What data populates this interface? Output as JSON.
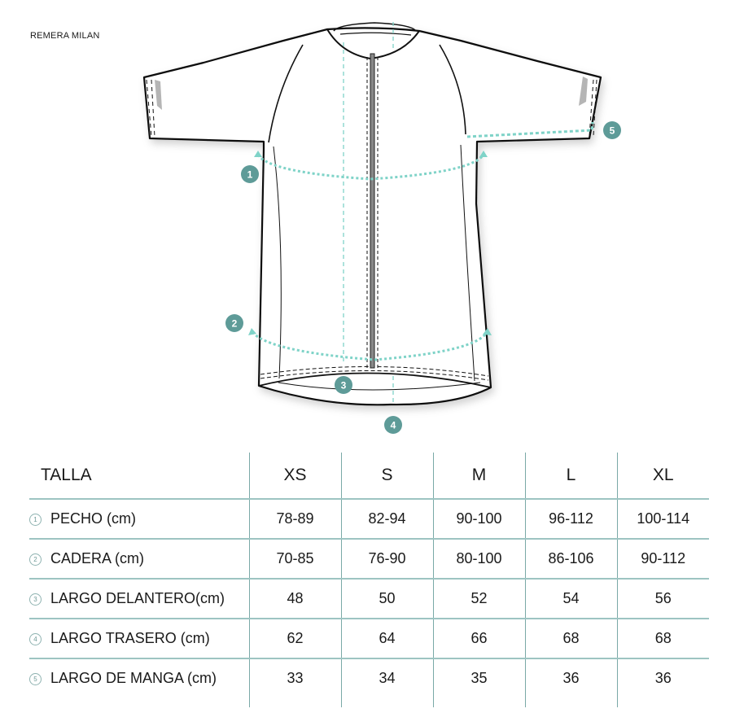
{
  "title": "REMERA MILAN",
  "diagram": {
    "accent_color": "#5e9b98",
    "dotted_color": "#7fd3c8",
    "markers": [
      {
        "id": "1",
        "label": "1",
        "measure": "pecho"
      },
      {
        "id": "2",
        "label": "2",
        "measure": "cadera"
      },
      {
        "id": "3",
        "label": "3",
        "measure": "largo_delantero"
      },
      {
        "id": "4",
        "label": "4",
        "measure": "largo_trasero"
      },
      {
        "id": "5",
        "label": "5",
        "measure": "largo_de_manga"
      }
    ]
  },
  "table": {
    "header_label": "TALLA",
    "sizes": [
      "XS",
      "S",
      "M",
      "L",
      "XL"
    ],
    "rows": [
      {
        "num": "1",
        "label": "PECHO (cm)",
        "values": [
          "78-89",
          "82-94",
          "90-100",
          "96-112",
          "100-114"
        ]
      },
      {
        "num": "2",
        "label": "CADERA (cm)",
        "values": [
          "70-85",
          "76-90",
          "80-100",
          "86-106",
          "90-112"
        ]
      },
      {
        "num": "3",
        "label": "LARGO DELANTERO(cm)",
        "values": [
          "48",
          "50",
          "52",
          "54",
          "56"
        ]
      },
      {
        "num": "4",
        "label": "LARGO TRASERO (cm)",
        "values": [
          "62",
          "64",
          "66",
          "68",
          "68"
        ]
      },
      {
        "num": "5",
        "label": "LARGO DE MANGA (cm)",
        "values": [
          "33",
          "34",
          "35",
          "36",
          "36"
        ]
      }
    ],
    "line_color": "#9dc4c2"
  }
}
